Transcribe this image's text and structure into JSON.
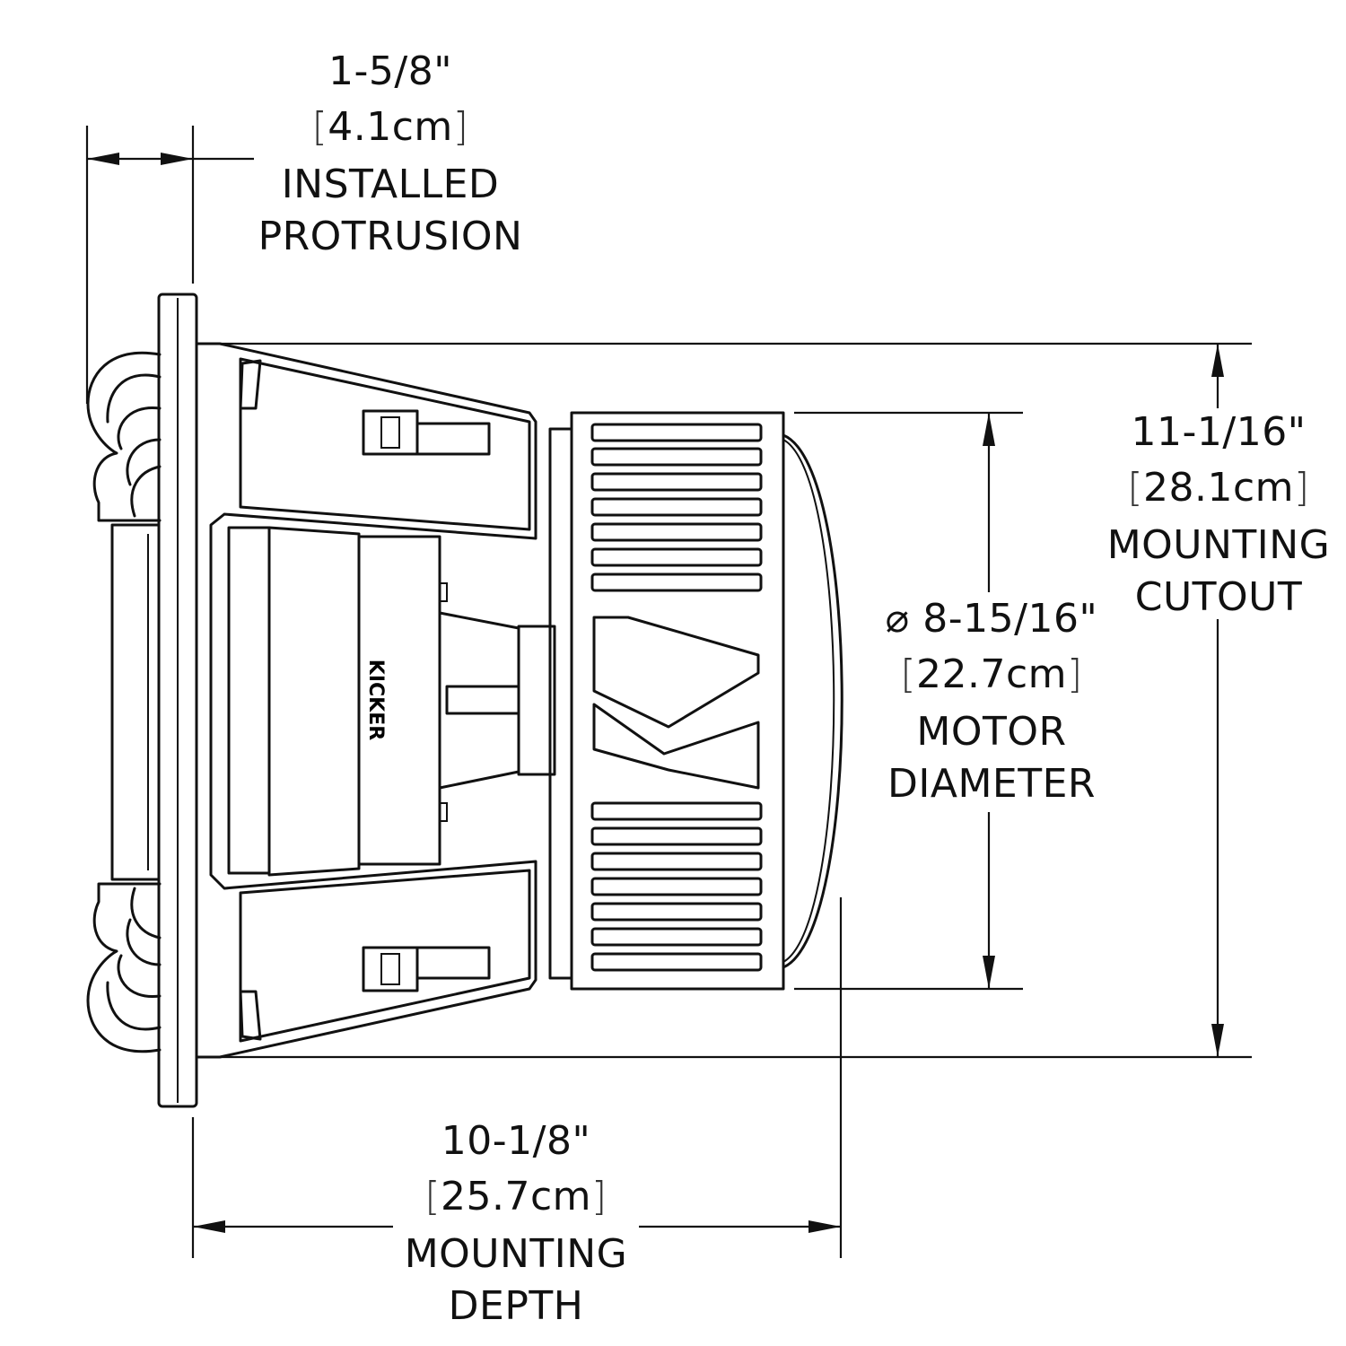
{
  "brand": "KICKER",
  "dimensions": {
    "protrusion": {
      "imperial": "1-5/8\"",
      "metric": "4.1cm",
      "label_line1": "INSTALLED",
      "label_line2": "PROTRUSION"
    },
    "cutout": {
      "imperial": "11-1/16\"",
      "metric": "28.1cm",
      "label_line1": "MOUNTING",
      "label_line2": "CUTOUT"
    },
    "motor": {
      "symbol": "⌀",
      "imperial": "8-15/16\"",
      "metric": "22.7cm",
      "label_line1": "MOTOR",
      "label_line2": "DIAMETER"
    },
    "depth": {
      "imperial": "10-1/8\"",
      "metric": "25.7cm",
      "label_line1": "MOUNTING",
      "label_line2": "DEPTH"
    }
  }
}
